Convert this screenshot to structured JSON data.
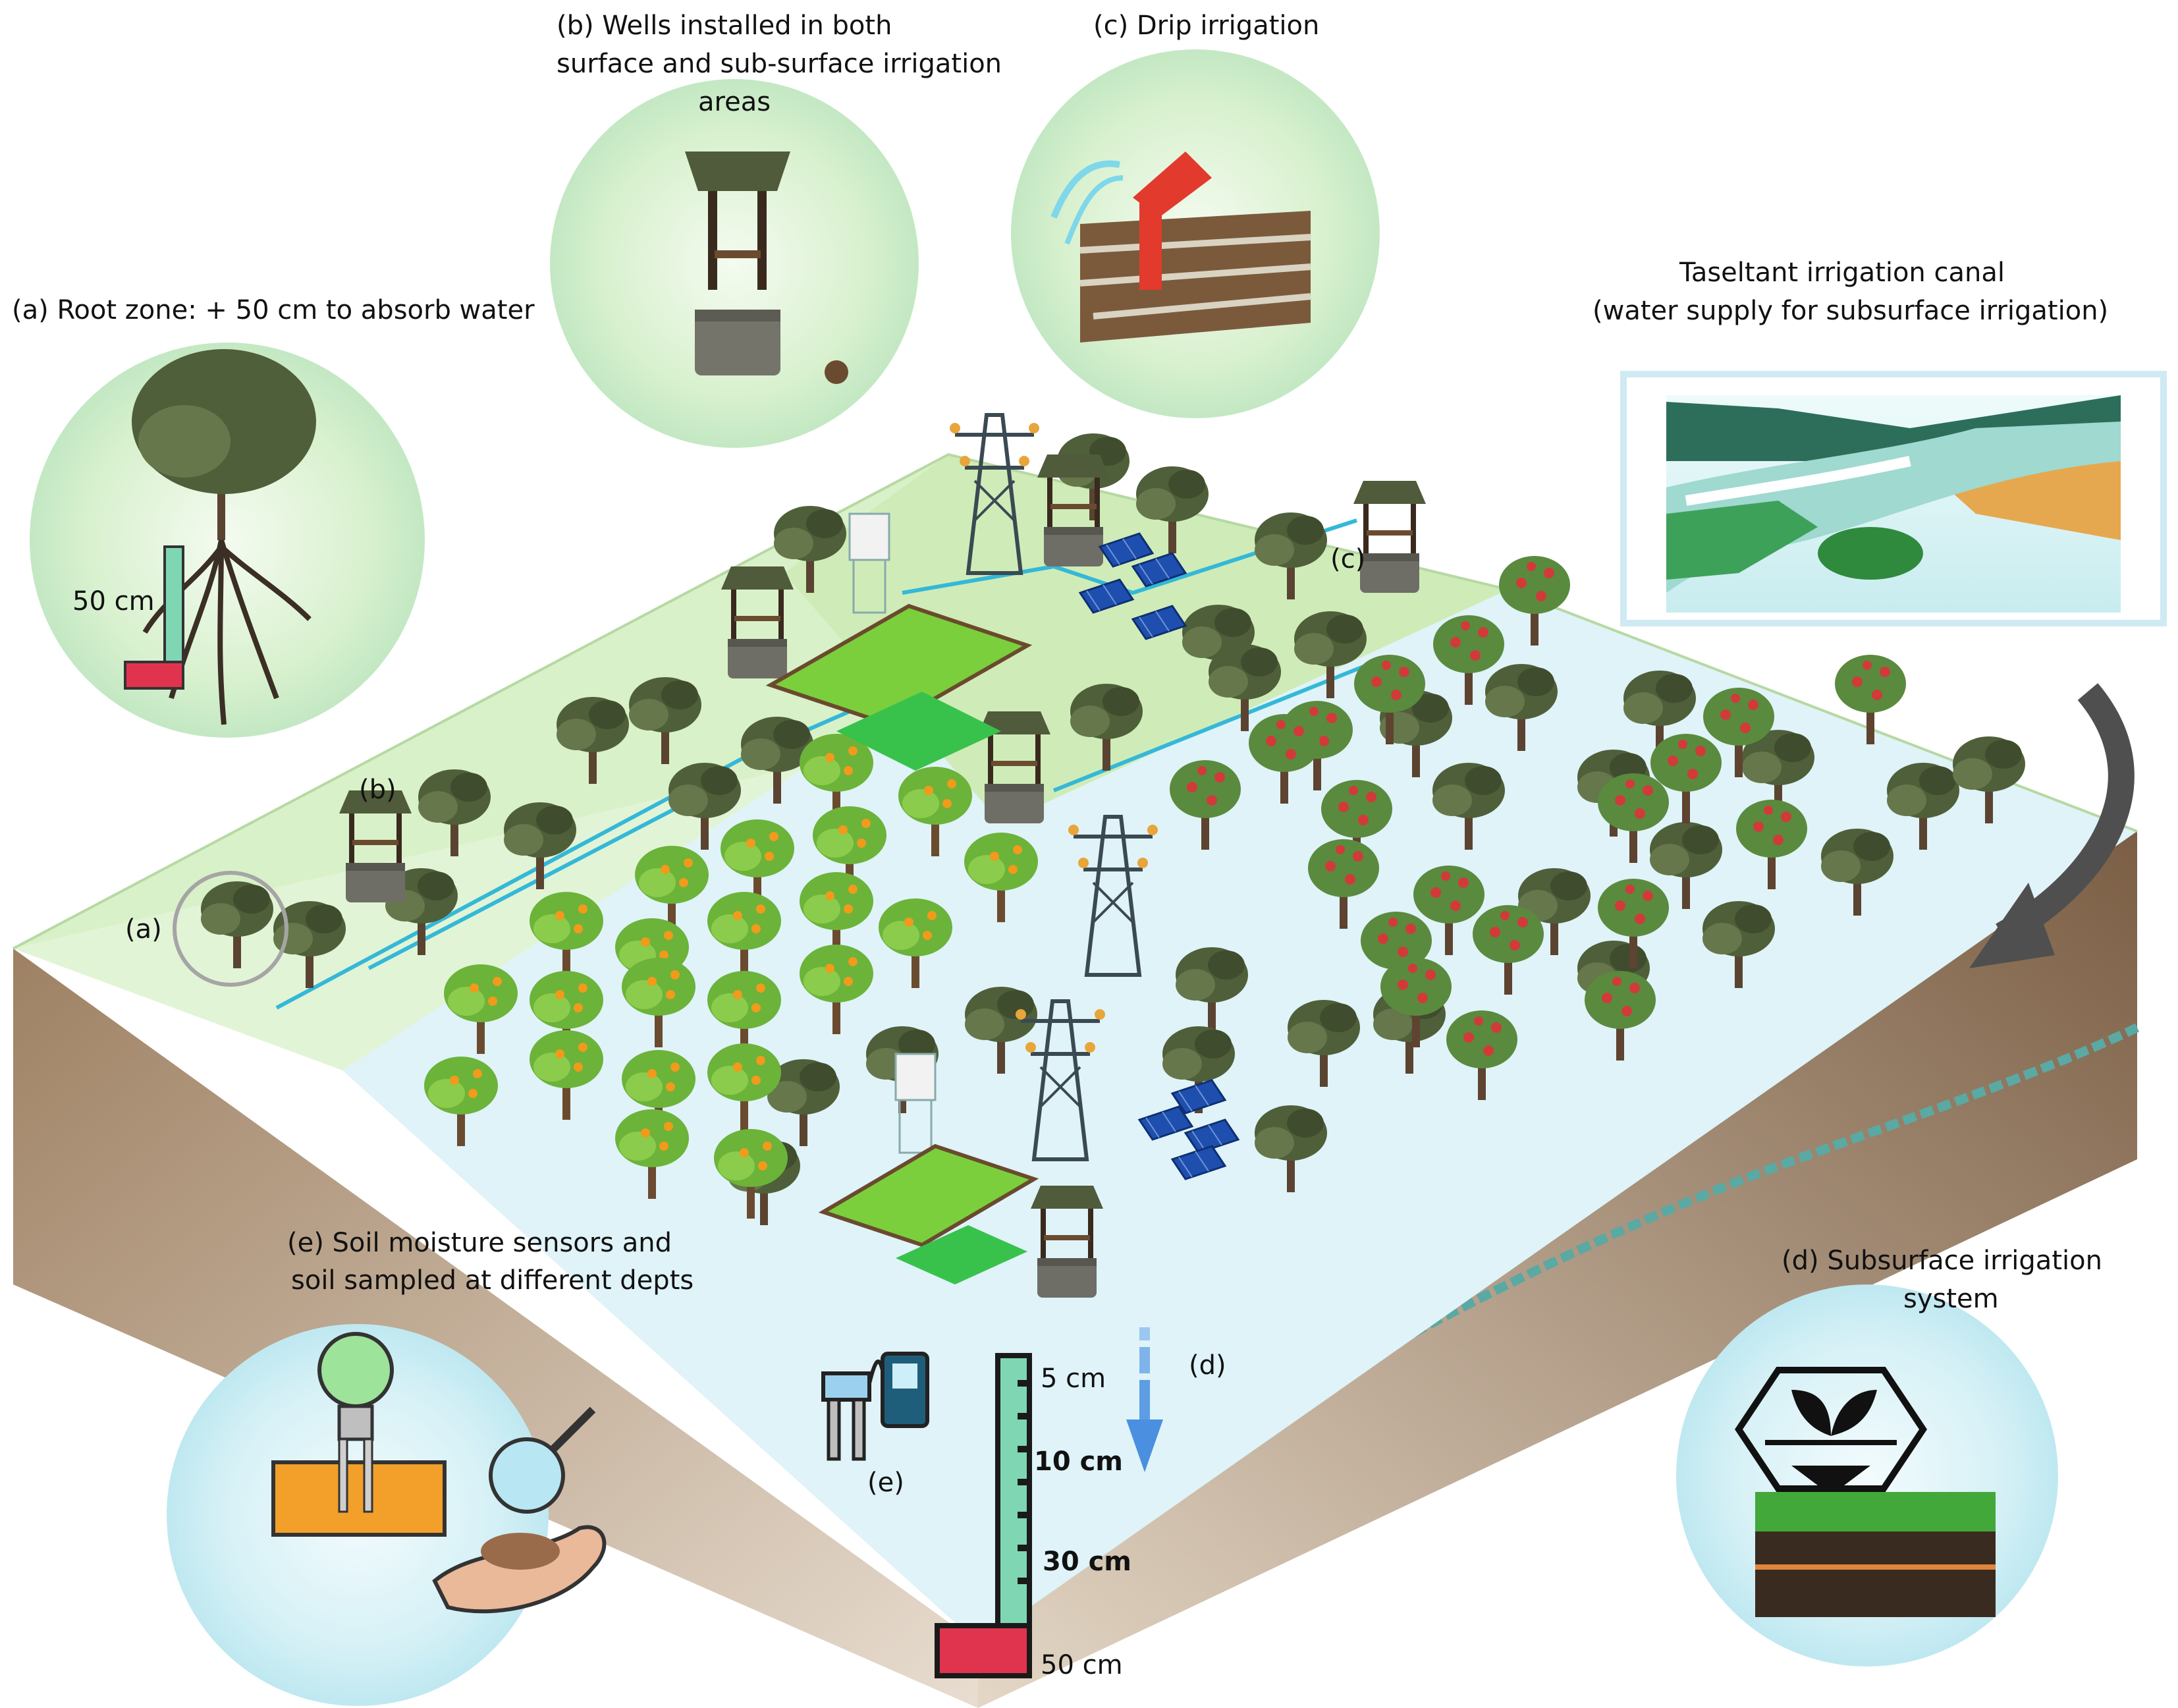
{
  "callouts": {
    "a": "(a) Root zone: + 50 cm to absorb water",
    "b_line1": "(b) Wells installed in both",
    "b_line2": "surface and sub-surface irrigation",
    "b_line3": "areas",
    "c": "(c) Drip irrigation",
    "canal_line1": "Taseltant  irrigation canal",
    "canal_line2": "(water supply for subsurface irrigation)",
    "e_line1": "(e) Soil moisture sensors and",
    "e_line2": "soil sampled at different depts",
    "d_line1": "(d) Subsurface irrigation",
    "d_line2": "system"
  },
  "root_gauge_label": "50 cm",
  "map_tags": {
    "a": "(a)",
    "b": "(b)",
    "c": "(c)",
    "d": "(d)",
    "e": "(e)"
  },
  "depth_scale": [
    "5 cm",
    "10 cm",
    "30 cm",
    "50 cm"
  ],
  "colors": {
    "surface_zone": "#dff3cf",
    "subsurface_zone": "#dff3f8",
    "soil_side": "#a58a6a",
    "soil_dark": "#7d6148",
    "water_line": "#34b8d8",
    "depth_ruler": "#7fd6b3",
    "ruler_base": "#e0344e",
    "circle_bg": "#d8f0dc",
    "arrow": "#5a5a5a",
    "blue_arrow": "#4b8fe0"
  }
}
